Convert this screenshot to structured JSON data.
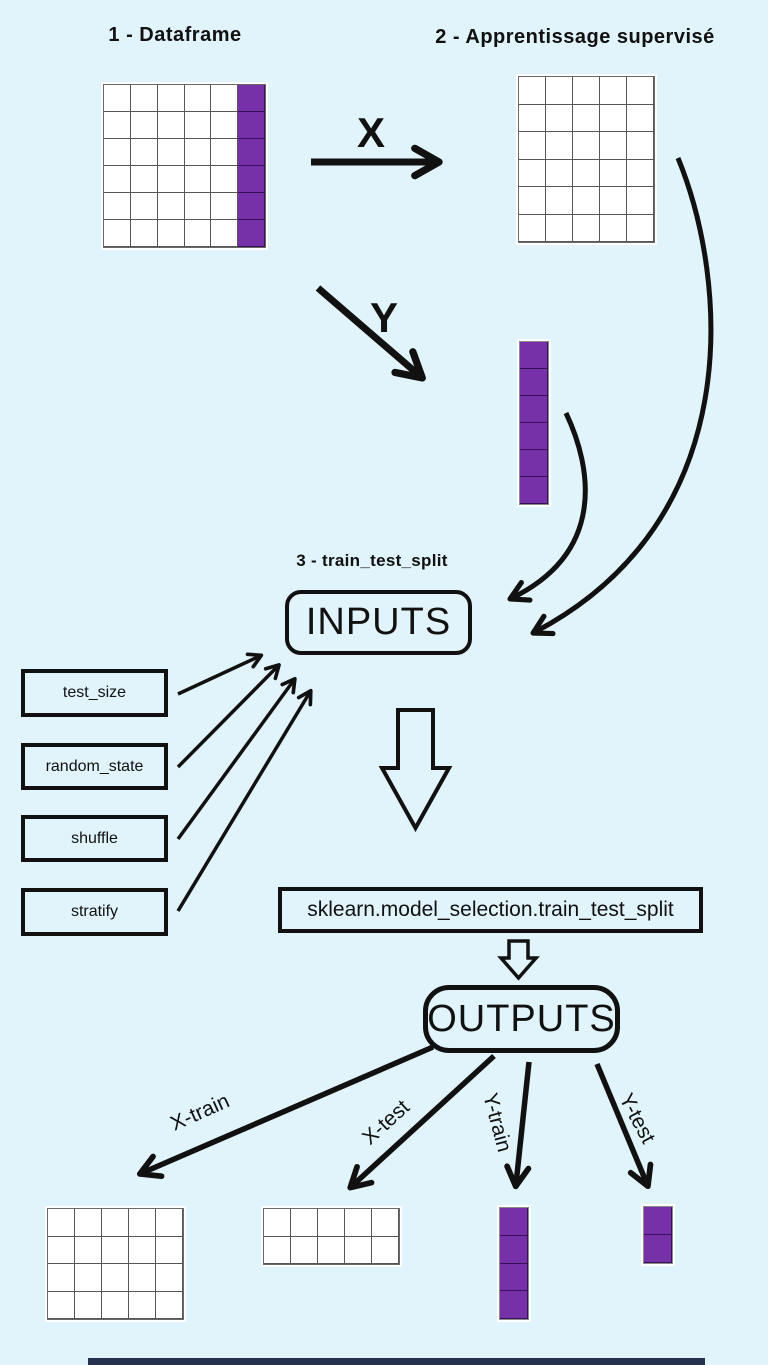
{
  "colors": {
    "background": "#E1F3FB",
    "purple": "#7631A8",
    "stroke": "#111111"
  },
  "sections": {
    "dataframe_title": "1 - Dataframe",
    "supervised_title": "2 - Apprentissage supervisé",
    "split_title": "3 - train_test_split"
  },
  "labels": {
    "x_arrow": "X",
    "y_arrow": "Y",
    "inputs": "INPUTS",
    "outputs": "OUTPUTS",
    "function": "sklearn.model_selection.train_test_split"
  },
  "parameters": [
    {
      "label": "test_size"
    },
    {
      "label": "random_state"
    },
    {
      "label": "shuffle"
    },
    {
      "label": "stratify"
    }
  ],
  "outputs": [
    {
      "label": "X-train"
    },
    {
      "label": "X-test"
    },
    {
      "label": "Y-train"
    },
    {
      "label": "Y-test"
    }
  ],
  "grids": {
    "dataframe": {
      "rows": 6,
      "cols": 6,
      "target_col": true
    },
    "x_matrix": {
      "rows": 6,
      "cols": 5
    },
    "y_vector": {
      "rows": 6,
      "cols": 1,
      "purple": true
    },
    "x_train": {
      "rows": 4,
      "cols": 5
    },
    "x_test": {
      "rows": 2,
      "cols": 5
    },
    "y_train": {
      "rows": 4,
      "cols": 1,
      "purple": true
    },
    "y_test": {
      "rows": 2,
      "cols": 1,
      "purple": true
    }
  }
}
